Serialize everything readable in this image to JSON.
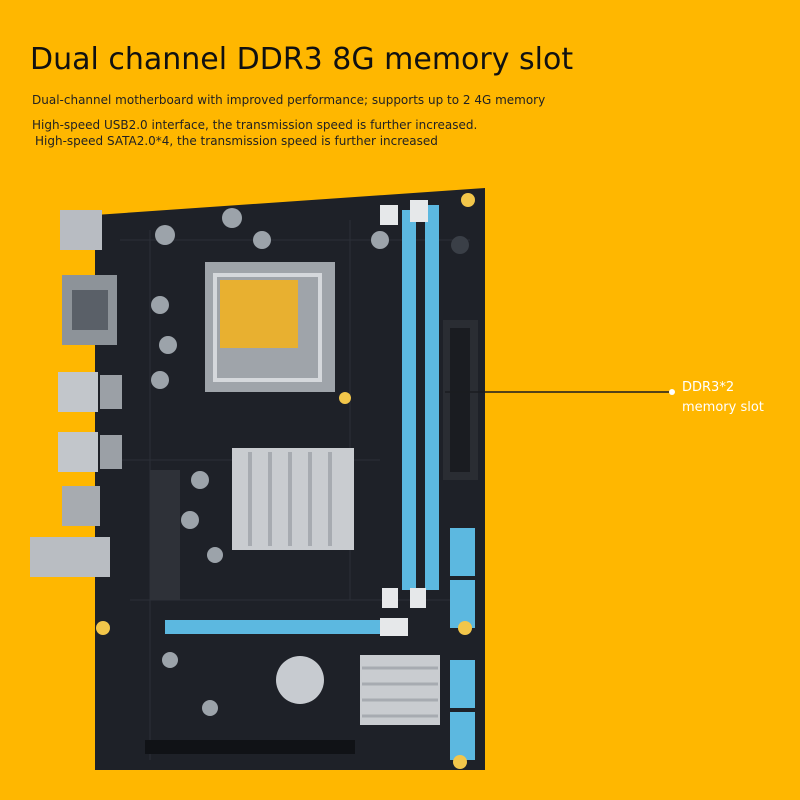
{
  "header": {
    "title": "Dual channel DDR3 8G memory slot",
    "lines": [
      "Dual-channel motherboard with improved performance; supports up to 2 4G memory",
      "High-speed USB2.0 interface, the transmission speed is further increased.",
      "High-speed SATA2.0*4, the transmission speed is further increased"
    ]
  },
  "callout": {
    "line1": "DDR3*2",
    "line2": "memory slot"
  },
  "colors": {
    "background": "#FFB700",
    "pcb": "#1E2128",
    "ram_slot": "#5CB8E0",
    "heatsink": "#C9CCD0",
    "cpu_socket": "#E8B030"
  }
}
